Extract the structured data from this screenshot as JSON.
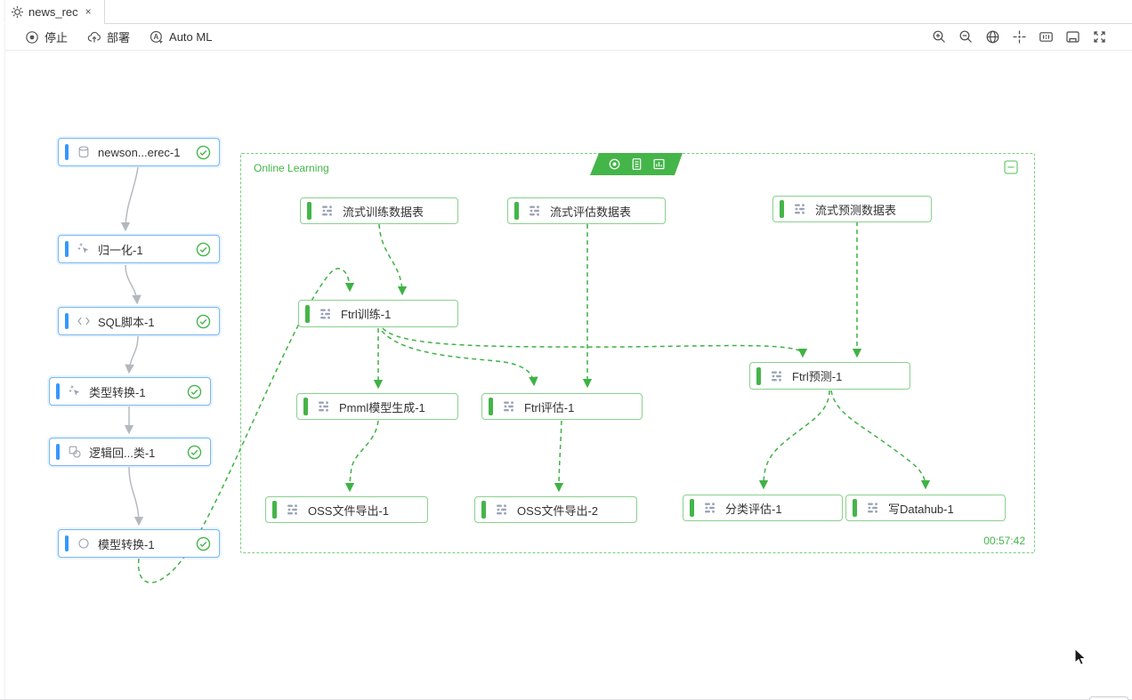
{
  "tab": {
    "title": "news_rec",
    "close": "×"
  },
  "toolbar": {
    "stop_label": "停止",
    "deploy_label": "部署",
    "automl_label": "Auto ML",
    "right_icons": [
      "zoom-in",
      "zoom-out",
      "globe-fit",
      "locate-center",
      "actual-size",
      "frame-fit",
      "fullscreen"
    ]
  },
  "canvas": {
    "group": {
      "title": "Online Learning",
      "timer": "00:57:42",
      "badge_icons": [
        "stop-run",
        "log-document",
        "metrics-chart"
      ]
    },
    "left_nodes": [
      {
        "label": "newson...erec-1",
        "icon": "database",
        "status": "success"
      },
      {
        "label": "归一化-1",
        "icon": "normalize",
        "status": "success"
      },
      {
        "label": "SQL脚本-1",
        "icon": "code",
        "status": "success"
      },
      {
        "label": "类型转换-1",
        "icon": "transform",
        "status": "success"
      },
      {
        "label": "逻辑回...类-1",
        "icon": "logistic-regression",
        "status": "success"
      },
      {
        "label": "模型转换-1",
        "icon": "model-convert",
        "status": "success"
      }
    ],
    "group_nodes": [
      {
        "label": "流式训练数据表",
        "icon": "component"
      },
      {
        "label": "流式评估数据表",
        "icon": "component"
      },
      {
        "label": "流式预测数据表",
        "icon": "component"
      },
      {
        "label": "Ftrl训练-1",
        "icon": "component"
      },
      {
        "label": "Ftrl预测-1",
        "icon": "component"
      },
      {
        "label": "Pmml模型生成-1",
        "icon": "component"
      },
      {
        "label": "Ftrl评估-1",
        "icon": "component"
      },
      {
        "label": "OSS文件导出-1",
        "icon": "component"
      },
      {
        "label": "OSS文件导出-2",
        "icon": "component"
      },
      {
        "label": "分类评估-1",
        "icon": "component"
      },
      {
        "label": "写Datahub-1",
        "icon": "component"
      }
    ]
  },
  "colors": {
    "accent_green": "#44b549",
    "accent_blue": "#3598fe",
    "edge_gray": "#b6bac0"
  }
}
